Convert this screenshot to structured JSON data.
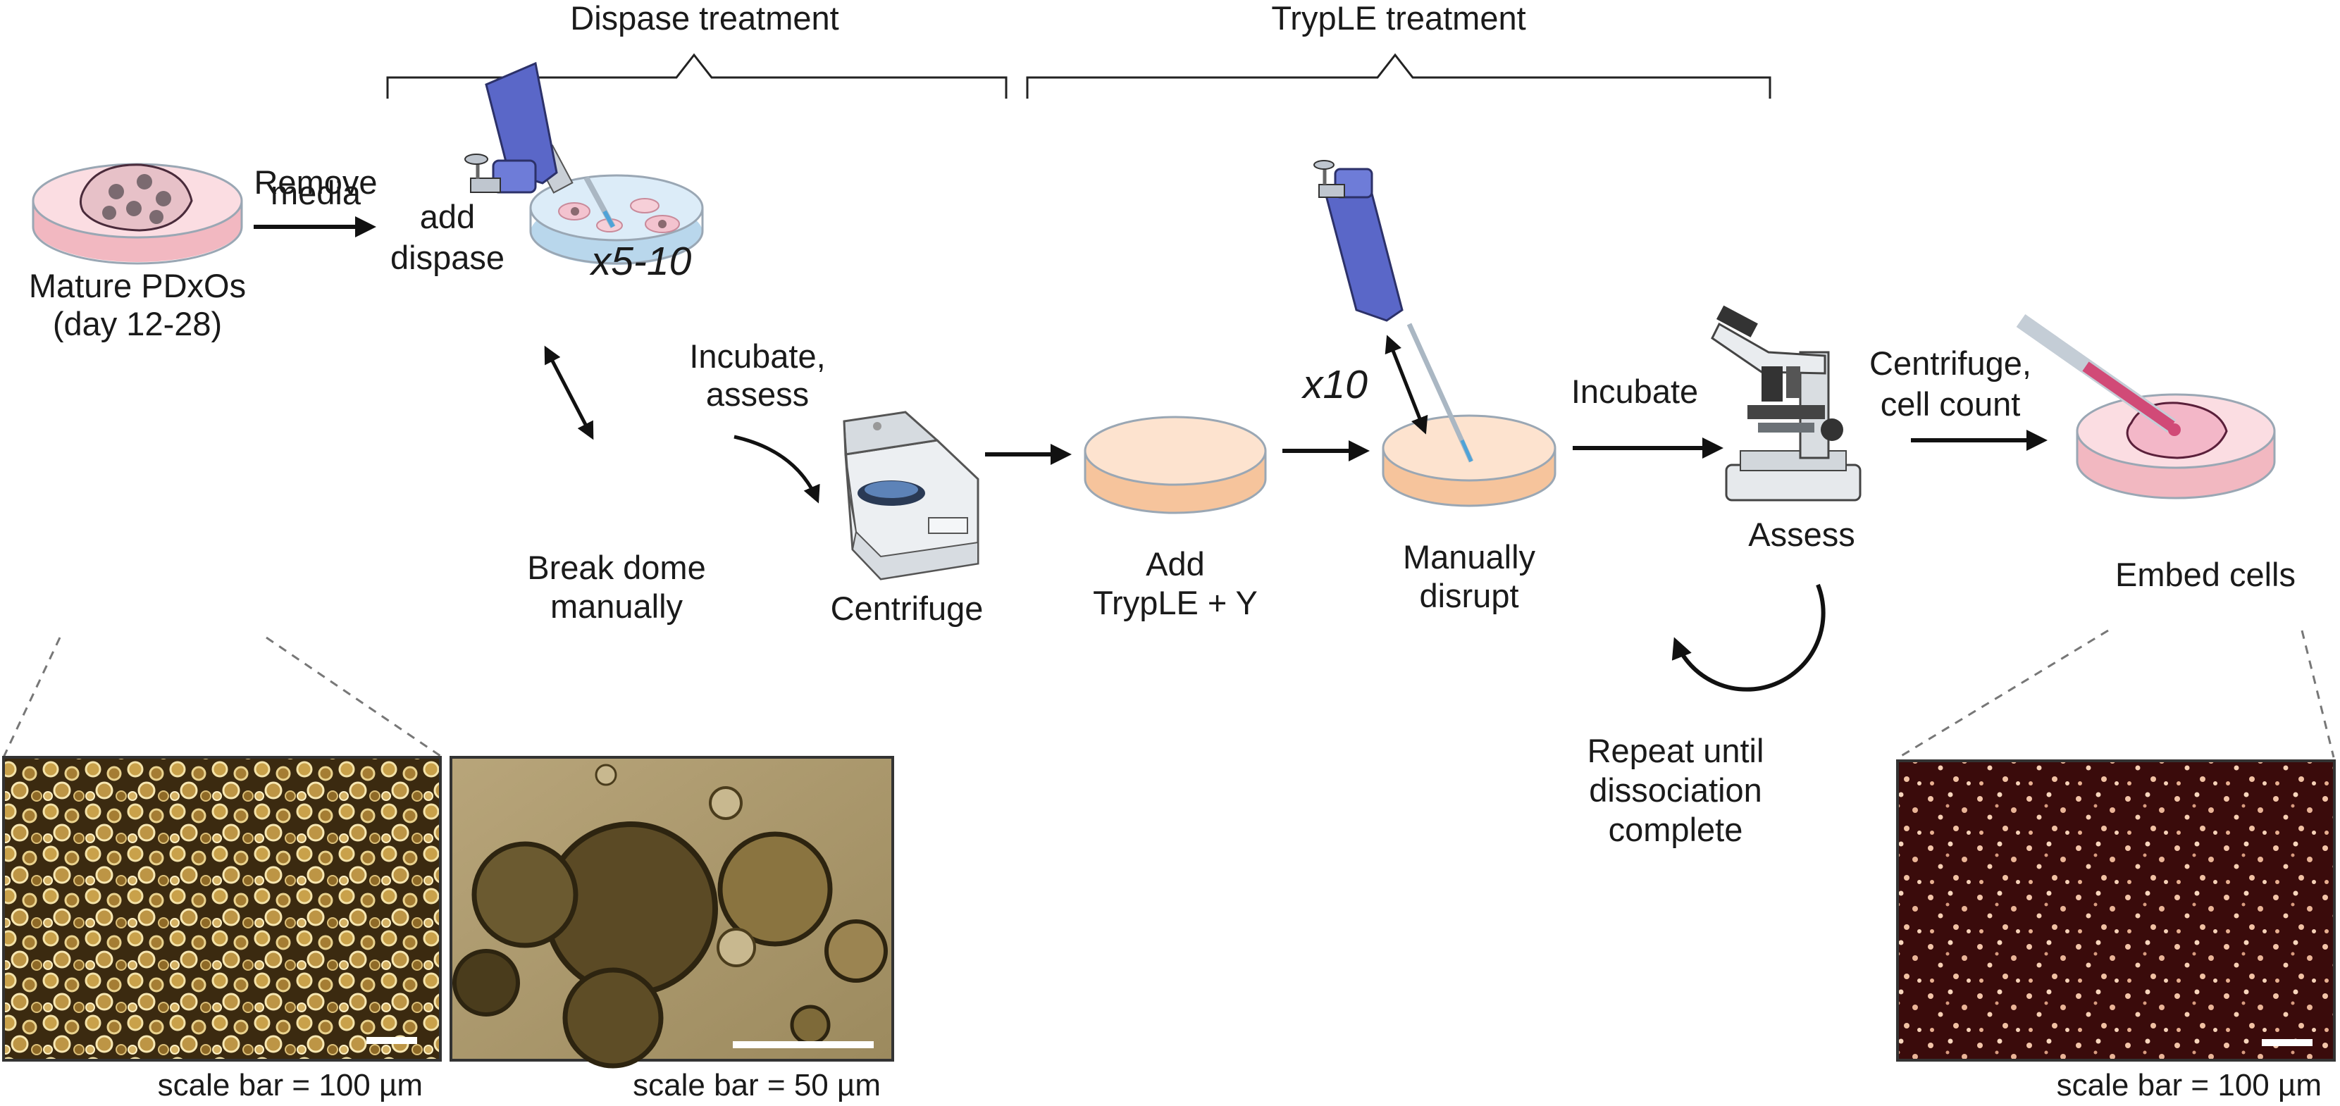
{
  "brackets": {
    "dispase": "Dispase treatment",
    "tryple": "TrypLE treatment"
  },
  "steps": {
    "mature": [
      "Mature PDxOs",
      "(day 12-28)"
    ],
    "remove_media": [
      "Remove",
      "media"
    ],
    "add_dispase": [
      "add",
      "dispase"
    ],
    "break_dome": [
      "Break dome",
      "manually"
    ],
    "repeat1": "x5-10",
    "incubate_assess": [
      "Incubate,",
      "assess"
    ],
    "centrifuge": "Centrifuge",
    "add_tryple": [
      "Add",
      "TrypLE + Y"
    ],
    "repeat2": "x10",
    "manually_disrupt": [
      "Manually",
      "disrupt"
    ],
    "incubate": "Incubate",
    "assess": "Assess",
    "repeat_until": [
      "Repeat until",
      "dissociation",
      "complete"
    ],
    "centrifuge_count": [
      "Centrifuge,",
      "cell count"
    ],
    "embed": "Embed cells"
  },
  "scale_bars": {
    "left": "scale bar = 100 µm",
    "middle": "scale bar = 50 µm",
    "right": "scale bar = 100 µm"
  },
  "colors": {
    "dish_pink": "#f7c9cf",
    "dish_blue": "#d3e7f5",
    "dish_peach": "#fbd9bf",
    "pipette_blue": "#5a67c8",
    "micro_bg": "#2b1e0c",
    "cells_bg": "#3a0b0b"
  }
}
